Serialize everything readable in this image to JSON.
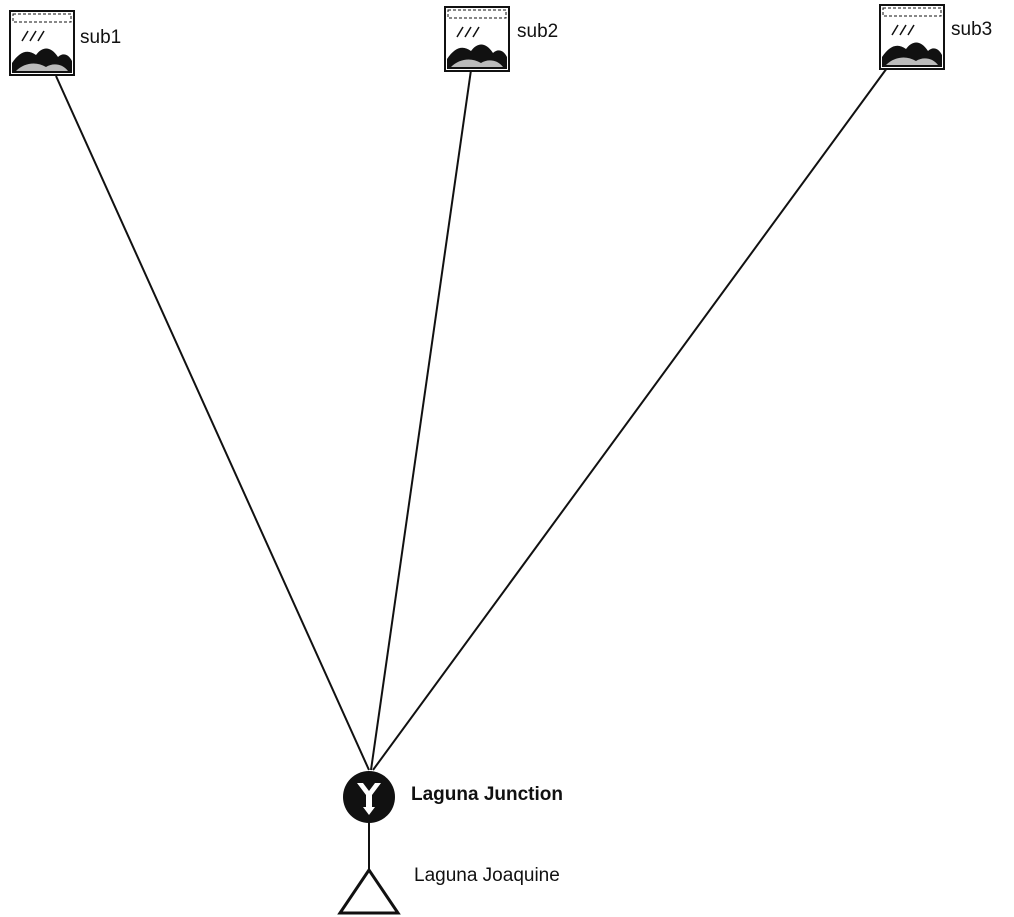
{
  "diagram": {
    "nodes": {
      "sub1": {
        "label": "sub1",
        "icon": "subbasin-icon"
      },
      "sub2": {
        "label": "sub2",
        "icon": "subbasin-icon"
      },
      "sub3": {
        "label": "sub3",
        "icon": "subbasin-icon"
      },
      "junction": {
        "label": "Laguna Junction",
        "icon": "junction-icon"
      },
      "sink": {
        "label": "Laguna Joaquine",
        "icon": "sink-icon"
      }
    },
    "connections": [
      {
        "from": "sub1",
        "to": "junction"
      },
      {
        "from": "sub2",
        "to": "junction"
      },
      {
        "from": "sub3",
        "to": "junction"
      },
      {
        "from": "junction",
        "to": "sink"
      }
    ],
    "colors": {
      "line": "#111111",
      "icon": "#111111",
      "background": "#ffffff"
    }
  }
}
